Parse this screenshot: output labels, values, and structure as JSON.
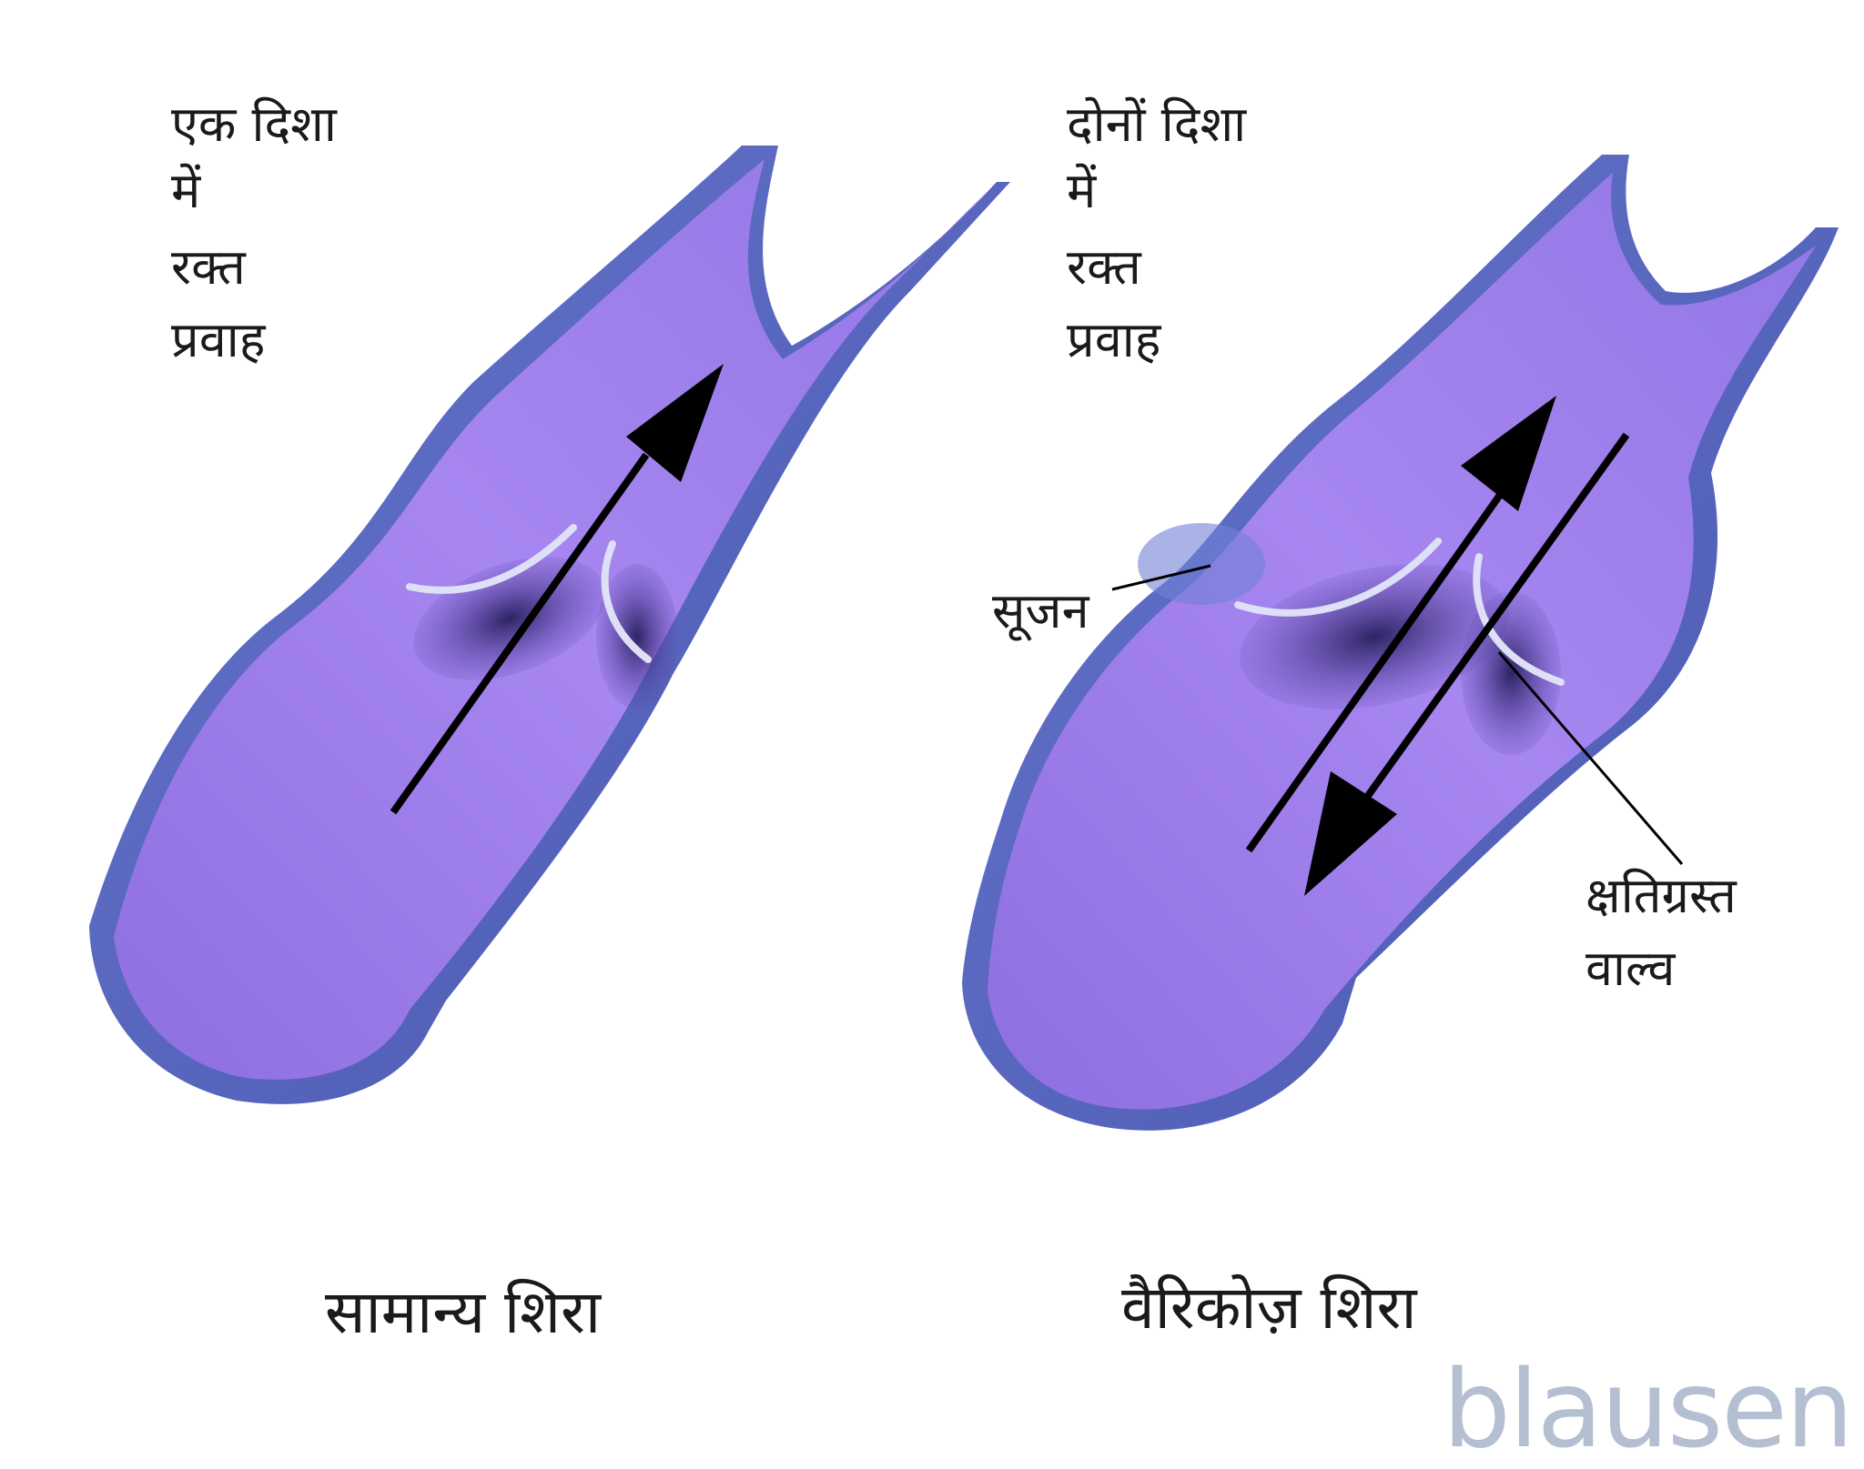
{
  "normal_vein": {
    "flow_label": [
      "एक दिशा",
      "में",
      "रक्त",
      "प्रवाह"
    ],
    "caption": "सामान्य शिरा"
  },
  "varicose_vein": {
    "flow_label": [
      "दोनों दिशा",
      "में",
      "रक्त",
      "प्रवाह"
    ],
    "swelling_label": "सूजन",
    "damaged_valve_label": [
      "क्षतिग्रस्त",
      "वाल्व"
    ],
    "caption": "वैरिकोज़ शिरा"
  },
  "brand": "blausen",
  "colors": {
    "vessel_wall": "#5566c0",
    "vessel_inner": "#9a7ae8",
    "vessel_shadow": "#3a2f78",
    "valve": "#d8dcf4",
    "arrow": "#000000",
    "brand": "#b4bfd2"
  }
}
